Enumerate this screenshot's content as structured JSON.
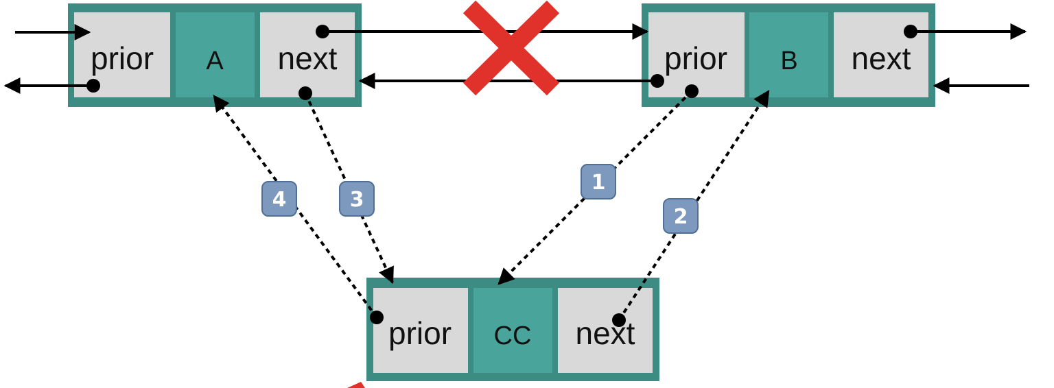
{
  "nodes": {
    "a": {
      "prior": "prior",
      "value": "A",
      "next": "next"
    },
    "b": {
      "prior": "prior",
      "value": "B",
      "next": "next"
    },
    "cc": {
      "prior": "prior",
      "value": "CC",
      "next": "next"
    }
  },
  "steps": [
    "1",
    "2",
    "3",
    "4"
  ],
  "colors": {
    "frame": "#3c8c84",
    "teal": "#49a59b",
    "gray": "#d9d9d9",
    "cross": "#e0322a",
    "badge": "#7d99bd"
  }
}
